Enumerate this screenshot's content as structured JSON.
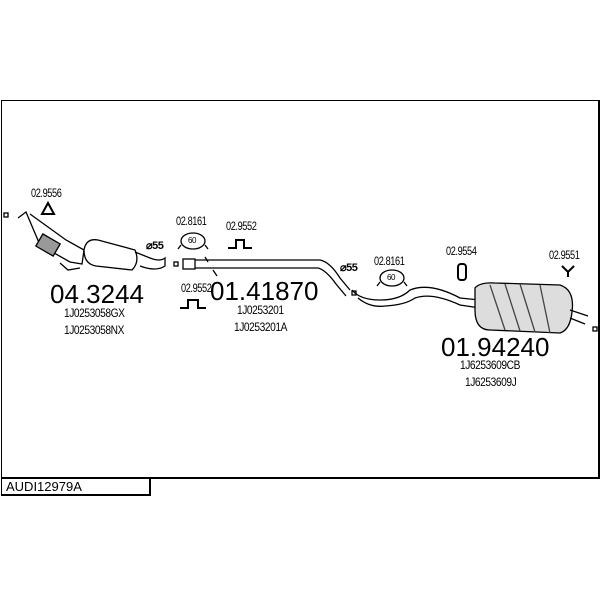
{
  "diagram_code": "AUDI12979A",
  "parts": [
    {
      "number": "04.3244",
      "refs": [
        "1J0253058GX",
        "1J0253058NX"
      ]
    },
    {
      "number": "01.41870",
      "refs": [
        "1J0253201",
        "1J0253201A"
      ]
    },
    {
      "number": "01.94240",
      "refs": [
        "1J6253609CB",
        "1J6253609J"
      ]
    }
  ],
  "accessories": [
    "02.9556",
    "02.8161",
    "02.9552",
    "02.9552",
    "02.8161",
    "02.9554",
    "02.9551"
  ],
  "clamp_size": "60",
  "diameters": [
    "⌀55",
    "⌀55"
  ]
}
